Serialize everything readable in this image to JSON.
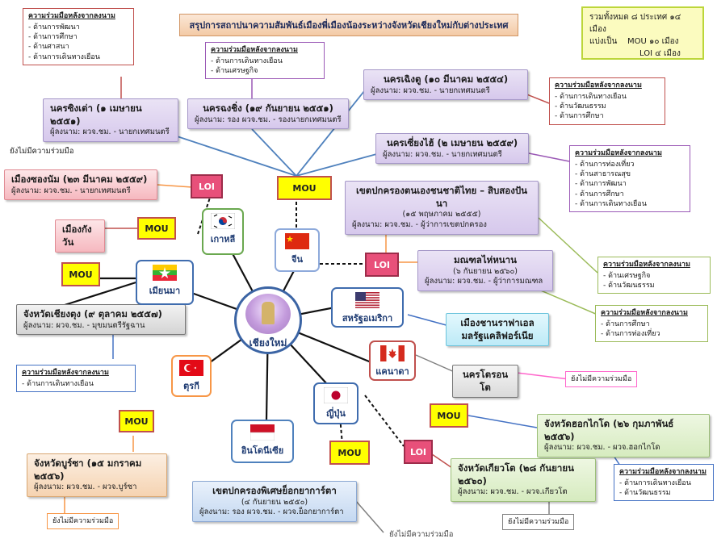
{
  "title": "สรุปการสถาปนาความสัมพันธ์เมืองพี่เมืองน้องระหว่างจังหวัดเชียงใหม่กับต่างประเทศ",
  "summary": {
    "line1": "รวมทั้งหมด ๘ ประเทศ ๑๔ เมือง",
    "line2a": "แบ่งเป็น",
    "line2b": "MOU ๑๐ เมือง",
    "line3": "LOI  ๔ เมือง"
  },
  "hub": {
    "label": "เชียงใหม่"
  },
  "tags": {
    "mou": "MOU",
    "loi": "LOI"
  },
  "countries": {
    "korea": "เกาหลี",
    "china": "จีน",
    "myanmar": "เมียนมา",
    "usa": "สหรัฐอเมริกา",
    "canada": "แคนาดา",
    "japan": "ญี่ปุ่น",
    "turkey": "ตุรกี",
    "indonesia": "อินโดนีเซีย"
  },
  "cities": {
    "shanghai": {
      "name": "นครซิงเต่า (๑ เมษายน ๒๕๕๑)",
      "sign": "ผู้ลงนาม: ผวจ.ชม. - นายกเทศมนตรี"
    },
    "chongqing": {
      "name": "นครฉงชิ่ง (๑๙ กันยายน ๒๕๕๑)",
      "sign": "ผู้ลงนาม: รอง ผวจ.ชม. - รองนายกเทศมนตรี"
    },
    "chengdu": {
      "name": "นครเฉิงตู (๑๐ มีนาคม ๒๕๕๔)",
      "sign": "ผู้ลงนาม: ผวจ.ชม. - นายกเทศมนตรี"
    },
    "harbin": {
      "name": "นครเซี่ยงไฮ้ (๒ เมษายน ๒๕๕๙)",
      "sign": "ผู้ลงนาม: ผวจ.ชม. - นายกเทศมนตรี"
    },
    "xishuangbanna": {
      "name": "เขตปกครองตนเองชนชาติไทย – สิบสองปันนา",
      "date": "(๑๕ พฤษภาคม ๒๕๕๕)",
      "sign": "ผู้ลงนาม: ผวจ.ชม. - ผู้ว่าการเขตปกครอง"
    },
    "yunnan": {
      "name": "มณฑลไห่หนาน",
      "date": "(๖ กันยายน ๒๕๖๐)",
      "sign": "ผู้ลงนาม: ผวจ.ชม. - ผู้ว่าการมณฑล"
    },
    "gangwon": {
      "name": "เมืองซองนัม (๒๓ มีนาคม ๒๕๕๙)",
      "sign": "ผู้ลงนาม: ผวจ.ชม. - นายกเทศมนตรี"
    },
    "gangnam": {
      "name": "เมืองกังวัน"
    },
    "kengtung": {
      "name": "จังหวัดเชียงตุง (๙ ตุลาคม ๒๕๕๗)",
      "sign": "ผู้ลงนาม: ผวจ.ชม. - มุขมนตรีรัฐฉาน"
    },
    "elmonte": {
      "name": "เมืองชานราฟาเอล",
      "name2": "มลรัฐแคลิฟอร์เนีย"
    },
    "toronto": {
      "name": "นครโตรอนโต"
    },
    "hokkaido": {
      "name": "จังหวัดฮอกไกโด (๒๖ กุมภาพันธ์ ๒๕๕๖)",
      "sign": "ผู้ลงนาม: ผวจ.ชม. - ผวจ.ฮอกไกโด"
    },
    "kyoto": {
      "name": "จังหวัดเกียวโต (๒๘ กันยายน ๒๕๖๐)",
      "sign": "ผู้ลงนาม: ผวจ.ชม. - ผวจ.เกียวโต"
    },
    "bursa": {
      "name": "จังหวัดบูร์ซา (๑๕ มกราคม ๒๕๕๖)",
      "sign": "ผู้ลงนาม: ผวจ.ชม. - ผวจ.บูร์ซา"
    },
    "yogyakarta": {
      "name": "เขตปกครองพิเศษย็อกยาการ์ตา",
      "date": "(๔ กันยายน ๒๕๕๐)",
      "sign": "ผู้ลงนาม: รอง ผวจ.ชม. - ผวจ.ย็อกยาการ์ตา"
    }
  },
  "notes": {
    "heading": "ความร่วมมือหลังจากลงนาม",
    "none": "ยังไม่มีความร่วมมือ",
    "shanghai": [
      "- ด้านการพัฒนา",
      "- ด้านการศึกษา",
      "- ด้านศาสนา",
      "- ด้านการเดินทางเยือน"
    ],
    "chongqing": [
      "- ด้านการเดินทางเยือน",
      "- ด้านเศรษฐกิจ"
    ],
    "chengdu": [
      "- ด้านการเดินทางเยือน",
      "- ด้านวัฒนธรรม",
      "- ด้านการศึกษา"
    ],
    "harbin": [
      "- ด้านการท่องเที่ยว",
      "- ด้านสาธารณสุข",
      "- ด้านการพัฒนา",
      "- ด้านการศึกษา",
      "- ด้านการเดินทางเยือน"
    ],
    "xishuangbanna": [
      "- ด้านเศรษฐกิจ",
      "- ด้านวัฒนธรรม"
    ],
    "yunnan": [
      "- ด้านการศึกษา",
      "- ด้านการท่องเที่ยว"
    ],
    "kengtung": [
      "- ด้านการเดินทางเยือน"
    ],
    "hokkaido": [
      "- ด้านการเดินทางเยือน",
      "- ด้านวัฒนธรรม"
    ]
  }
}
